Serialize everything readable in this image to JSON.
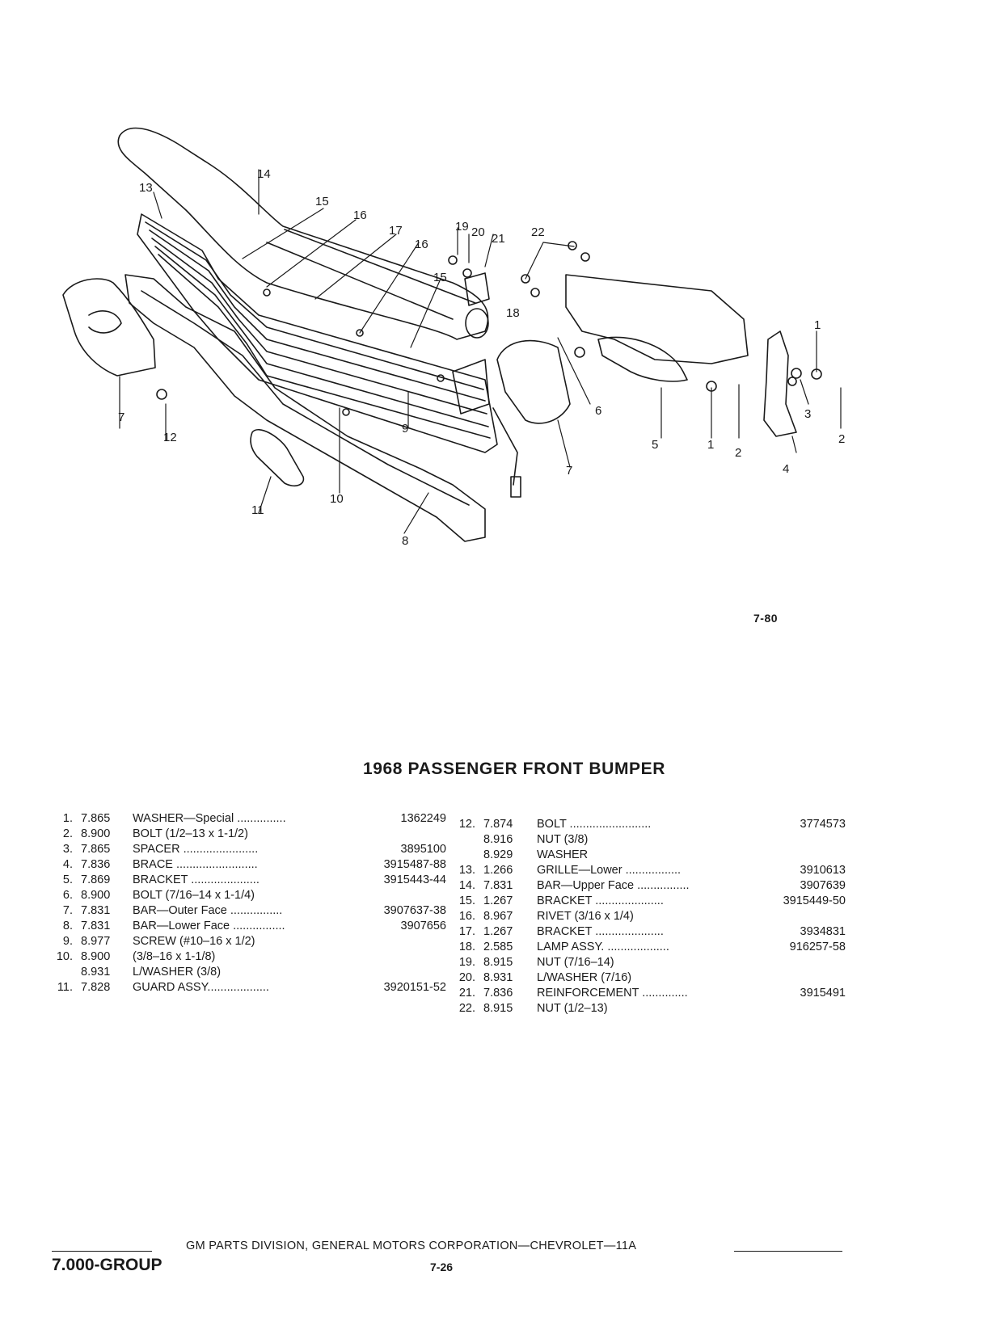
{
  "diagram": {
    "figure_number": "7-80",
    "callouts": [
      "1",
      "1",
      "2",
      "2",
      "3",
      "4",
      "5",
      "6",
      "7",
      "7",
      "8",
      "9",
      "10",
      "11",
      "12",
      "13",
      "14",
      "15",
      "15",
      "16",
      "16",
      "17",
      "18",
      "19",
      "20",
      "21",
      "22"
    ]
  },
  "title": "1968 PASSENGER FRONT BUMPER",
  "parts_left": [
    {
      "num": "1.",
      "code": "7.865",
      "desc": "WASHER—Special ...............",
      "pn": "1362249"
    },
    {
      "num": "2.",
      "code": "8.900",
      "desc": "BOLT (1/2–13 x 1-1/2)",
      "pn": ""
    },
    {
      "num": "3.",
      "code": "7.865",
      "desc": "SPACER .......................",
      "pn": "3895100"
    },
    {
      "num": "4.",
      "code": "7.836",
      "desc": "BRACE .........................",
      "pn": "3915487-88"
    },
    {
      "num": "5.",
      "code": "7.869",
      "desc": "BRACKET .....................",
      "pn": "3915443-44"
    },
    {
      "num": "6.",
      "code": "8.900",
      "desc": "BOLT (7/16–14 x 1-1/4)",
      "pn": ""
    },
    {
      "num": "7.",
      "code": "7.831",
      "desc": "BAR—Outer Face ................",
      "pn": "3907637-38"
    },
    {
      "num": "8.",
      "code": "7.831",
      "desc": "BAR—Lower Face ................",
      "pn": "3907656"
    },
    {
      "num": "9.",
      "code": "8.977",
      "desc": "SCREW (#10–16 x 1/2)",
      "pn": ""
    },
    {
      "num": "10.",
      "code": "8.900",
      "desc": "(3/8–16 x 1-1/8)",
      "pn": ""
    },
    {
      "num": "",
      "code": "8.931",
      "desc": "L/WASHER (3/8)",
      "pn": ""
    },
    {
      "num": "11.",
      "code": "7.828",
      "desc": "GUARD ASSY...................",
      "pn": "3920151-52"
    }
  ],
  "parts_right": [
    {
      "num": "12.",
      "code": "7.874",
      "desc": "BOLT .........................",
      "pn": "3774573"
    },
    {
      "num": "",
      "code": "8.916",
      "desc": "NUT (3/8)",
      "pn": ""
    },
    {
      "num": "",
      "code": "8.929",
      "desc": "WASHER",
      "pn": ""
    },
    {
      "num": "13.",
      "code": "1.266",
      "desc": "GRILLE—Lower .................",
      "pn": "3910613"
    },
    {
      "num": "14.",
      "code": "7.831",
      "desc": "BAR—Upper Face ................",
      "pn": "3907639"
    },
    {
      "num": "15.",
      "code": "1.267",
      "desc": "BRACKET .....................",
      "pn": "3915449-50"
    },
    {
      "num": "16.",
      "code": "8.967",
      "desc": "RIVET (3/16 x 1/4)",
      "pn": ""
    },
    {
      "num": "17.",
      "code": "1.267",
      "desc": "BRACKET .....................",
      "pn": "3934831"
    },
    {
      "num": "18.",
      "code": "2.585",
      "desc": "LAMP ASSY. ...................",
      "pn": "916257-58"
    },
    {
      "num": "19.",
      "code": "8.915",
      "desc": "NUT (7/16–14)",
      "pn": ""
    },
    {
      "num": "20.",
      "code": "8.931",
      "desc": "L/WASHER (7/16)",
      "pn": ""
    },
    {
      "num": "21.",
      "code": "7.836",
      "desc": "REINFORCEMENT ..............",
      "pn": "3915491"
    },
    {
      "num": "22.",
      "code": "8.915",
      "desc": "NUT (1/2–13)",
      "pn": ""
    }
  ],
  "footer": {
    "text": "GM PARTS DIVISION, GENERAL MOTORS CORPORATION—CHEVROLET—11A",
    "group": "7.000-GROUP",
    "page": "7-26"
  }
}
